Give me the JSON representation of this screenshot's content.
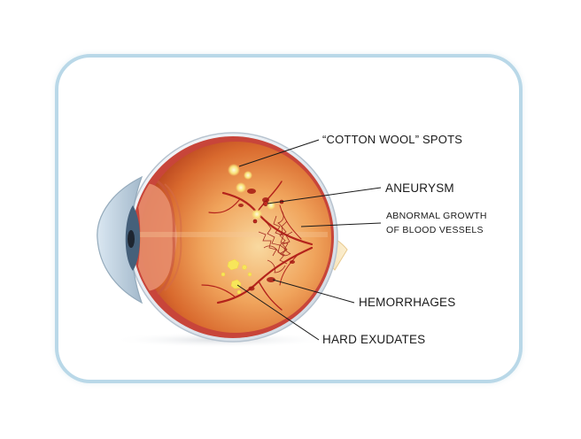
{
  "labels": {
    "cotton_wool": "“COTTON WOOL” SPOTS",
    "aneurysm": "ANEURYSM",
    "abnormal_line1": "ABNORMAL GROWTH",
    "abnormal_line2": "OF BLOOD VESSELS",
    "hemorrhages": "HEMORRHAGES",
    "hard_exudates": "HARD EXUDATES"
  },
  "colors": {
    "frame_border": "#b9d8e8",
    "sclera": "#e9eef3",
    "retina": "#e9934b",
    "vessels": "#b4231c",
    "exudates": "#f7e65a",
    "leader_lines": "#1a1a1a"
  }
}
